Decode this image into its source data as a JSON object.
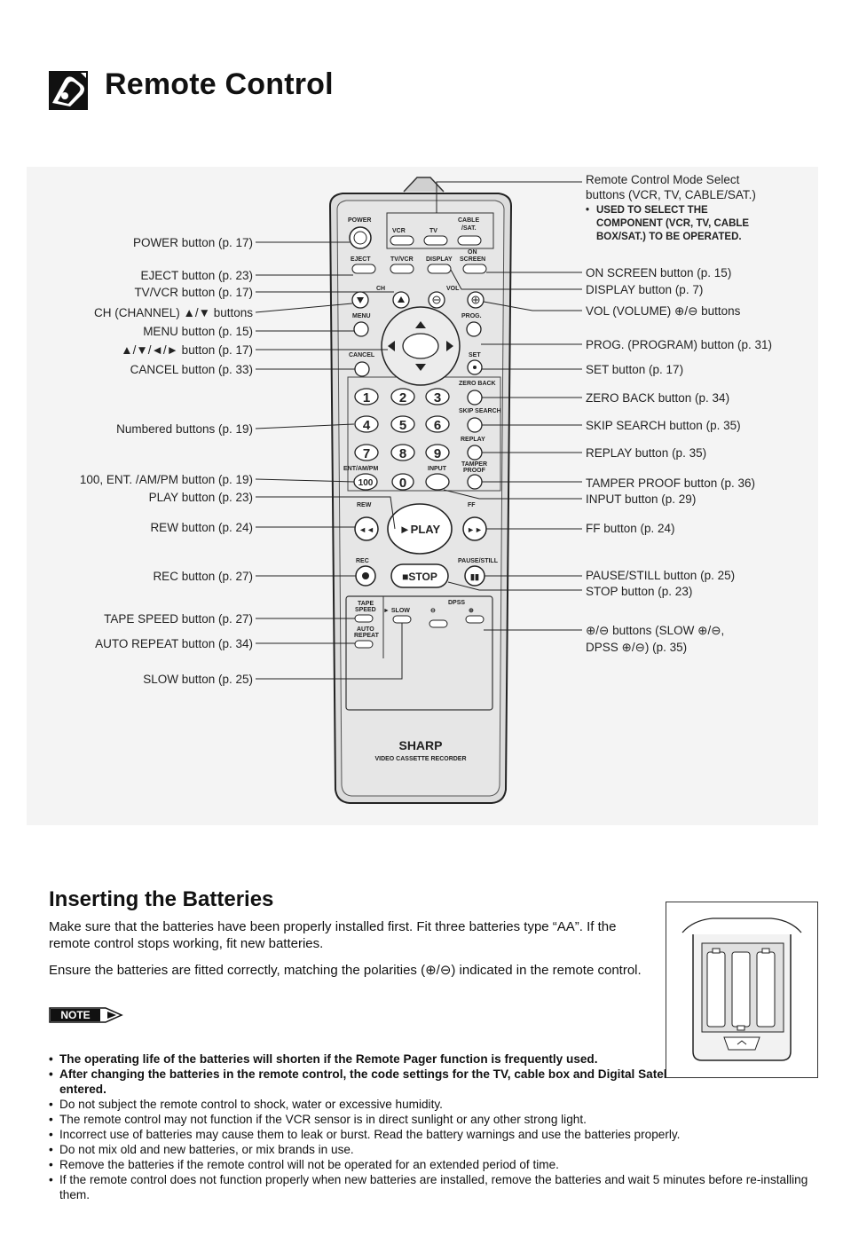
{
  "page": {
    "title": "Remote Control",
    "icon": "remote-control-hand-icon"
  },
  "diagram": {
    "remote": {
      "brand": "SHARP",
      "model_text": "VIDEO CASSETTE RECORDER",
      "keys": {
        "power": "POWER",
        "vcr": "VCR",
        "tv": "TV",
        "cable": "CABLE",
        "sat": "/SAT.",
        "eject": "EJECT",
        "tvvcr": "TV/VCR",
        "display": "DISPLAY",
        "on_screen_1": "ON",
        "on_screen_2": "SCREEN",
        "ch": "CH",
        "vol": "VOL",
        "menu": "MENU",
        "prog": "PROG.",
        "cancel": "CANCEL",
        "set": "SET",
        "zero_back": "ZERO BACK",
        "skip_search": "SKIP SEARCH",
        "replay": "REPLAY",
        "ent_ampm": "ENT/AM/PM",
        "input": "INPUT",
        "tamper_1": "TAMPER",
        "tamper_2": "PROOF",
        "hundred": "100",
        "rew": "REW",
        "ff": "FF",
        "play": "►PLAY",
        "rec": "REC",
        "stop": "■STOP",
        "pause_still": "PAUSE/STILL",
        "tape_speed_1": "TAPE",
        "tape_speed_2": "SPEED",
        "slow": "► SLOW",
        "dpss": "DPSS",
        "auto_repeat_1": "AUTO",
        "auto_repeat_2": "REPEAT",
        "digits": [
          "1",
          "2",
          "3",
          "4",
          "5",
          "6",
          "7",
          "8",
          "9",
          "0"
        ]
      }
    },
    "labels_left": [
      "POWER button (p. 17)",
      "EJECT button (p. 23)",
      "TV/VCR button (p. 17)",
      "CH (CHANNEL) ▲/▼ buttons",
      "MENU button (p. 15)",
      "▲/▼/◄/► button (p. 17)",
      "CANCEL button (p. 33)",
      "Numbered buttons (p. 19)",
      "100, ENT. /AM/PM button (p. 19)",
      "PLAY button (p. 23)",
      "REW button (p. 24)",
      "REC button (p. 27)",
      "TAPE SPEED button (p. 27)",
      "AUTO REPEAT button (p. 34)",
      "SLOW button (p. 25)"
    ],
    "labels_right": [
      "ON SCREEN button (p. 15)",
      "DISPLAY button (p. 7)",
      "VOL (VOLUME) ⊕/⊖ buttons",
      "PROG. (PROGRAM) button (p. 31)",
      "SET button (p. 17)",
      "ZERO BACK button (p. 34)",
      "SKIP SEARCH button (p. 35)",
      "REPLAY button (p. 35)",
      "TAMPER PROOF button (p. 36)",
      "INPUT button (p. 29)",
      "FF button (p. 24)",
      "PAUSE/STILL button (p. 25)",
      "STOP button (p. 23)"
    ],
    "mode_select": {
      "line1": "Remote Control Mode Select",
      "line2": "buttons (VCR, TV, CABLE/SAT.)",
      "bullet": "•",
      "note1": "USED TO SELECT THE",
      "note2": "COMPONENT (VCR, TV, CABLE",
      "note3": "BOX/SAT.) TO BE OPERATED."
    },
    "plusminus": {
      "line1": "⊕/⊖ buttons (SLOW ⊕/⊖,",
      "line2": "DPSS ⊕/⊖) (p. 35)"
    }
  },
  "batteries": {
    "title": "Inserting the Batteries",
    "para1": "Make sure that the batteries have been properly installed first. Fit three batteries type “AA”. If the remote control stops working, fit new batteries.",
    "para2": "Ensure the batteries are fitted correctly, matching the polarities (⊕/⊖) indicated in the remote control.",
    "note_label": "NOTE",
    "notes": [
      {
        "text": "The operating life of the batteries will shorten if the Remote Pager function is frequently used.",
        "bold": true
      },
      {
        "text": "After changing the batteries in the remote control, the code settings for the TV, cable box and Digital Satellite Receiver must be re-entered.",
        "bold": true
      },
      {
        "text": "Do not subject the remote control to shock, water or excessive humidity.",
        "bold": false
      },
      {
        "text": "The remote control may not function if the VCR sensor is in direct sunlight or any other strong light.",
        "bold": false
      },
      {
        "text": "Incorrect use of batteries may cause them to leak or burst. Read the battery warnings and use the batteries properly.",
        "bold": false
      },
      {
        "text": "Do not mix old and new batteries, or mix brands in use.",
        "bold": false
      },
      {
        "text": "Remove the batteries if the remote control will not be operated for an extended period of time.",
        "bold": false
      },
      {
        "text": "If the remote control does not function properly when new batteries are installed, remove the batteries and wait 5 minutes before re-installing them.",
        "bold": false
      }
    ]
  }
}
